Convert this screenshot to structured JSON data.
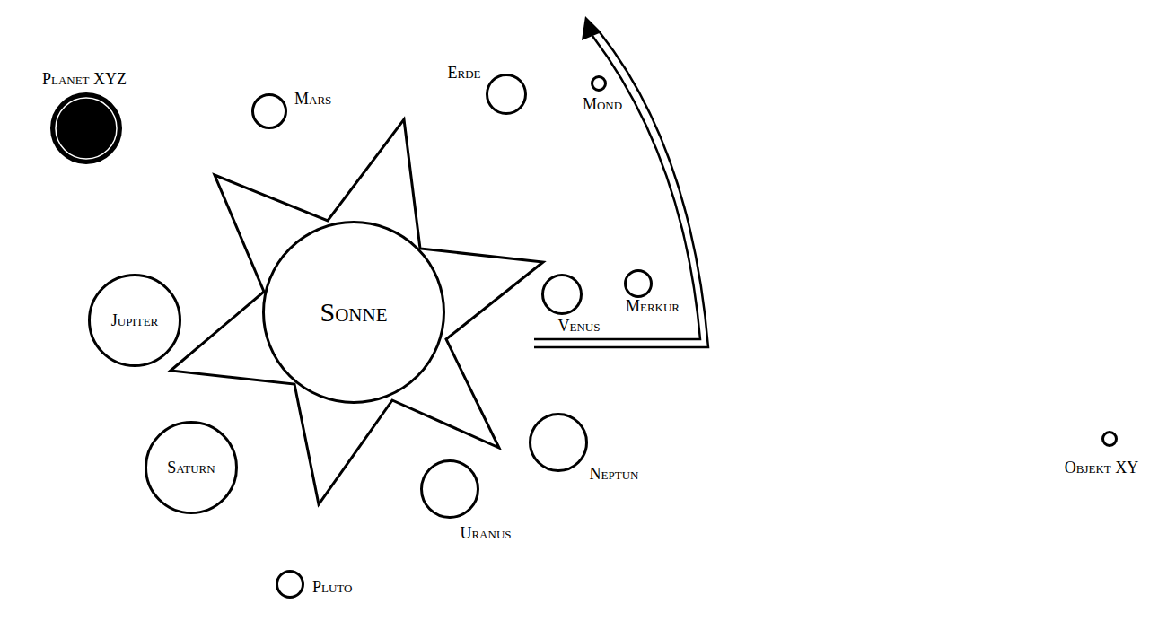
{
  "diagram": {
    "nodes": [
      {
        "text": [
          "Planet XYZ"
        ]
      },
      {
        "text": [
          "Mars"
        ]
      },
      {
        "text": [
          "Erde"
        ]
      },
      {
        "text": [
          "Mond"
        ]
      },
      {
        "text": [
          "Sonne"
        ]
      },
      {
        "text": [
          "Venus"
        ]
      },
      {
        "text": [
          "Merkur"
        ]
      },
      {
        "text": [
          "Jupiter"
        ]
      },
      {
        "text": [
          "Saturn"
        ]
      },
      {
        "text": [
          "Neptun"
        ]
      },
      {
        "text": [
          "Uranus"
        ]
      },
      {
        "text": [
          "Pluto"
        ]
      },
      {
        "text": [
          "Objekt XY"
        ]
      }
    ]
  }
}
